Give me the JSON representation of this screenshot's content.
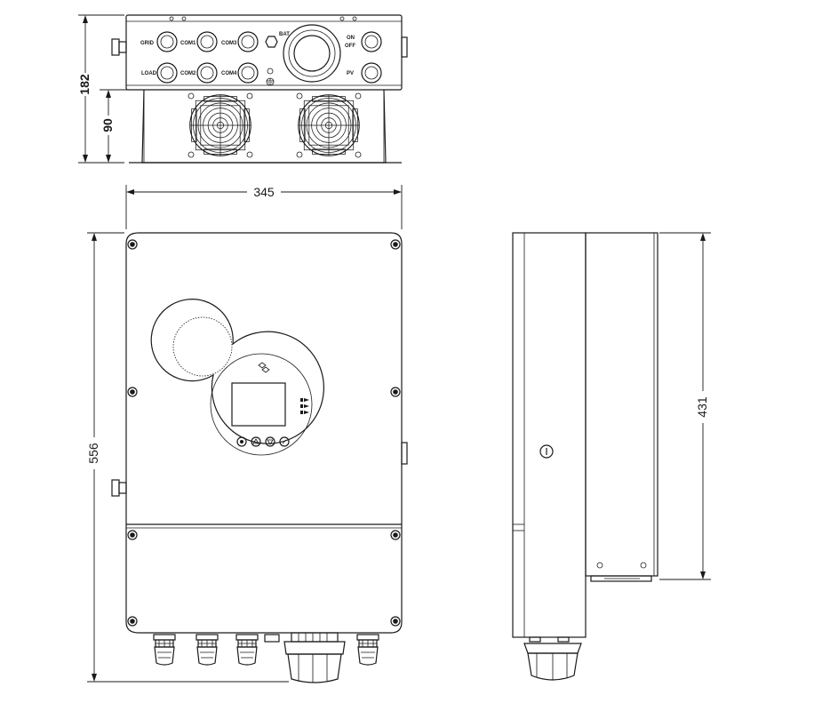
{
  "dimensions": {
    "top_total_height": "182",
    "top_heatsink_height": "90",
    "front_width": "345",
    "front_height": "556",
    "side_height": "431"
  },
  "top_view_ports": {
    "grid": "GRID",
    "com1": "COM1",
    "com3": "COM3",
    "bat": "BAT",
    "on": "ON",
    "off": "OFF",
    "load": "LOAD",
    "com2": "COM2",
    "com4": "COM4",
    "pv": "PV"
  },
  "icons": [
    "fan-icon",
    "ground-icon",
    "hex-nut-icon",
    "screw-icon",
    "lock-icon",
    "logo-icon",
    "button-icon",
    "led-indicator-icon",
    "cable-gland-icon"
  ]
}
